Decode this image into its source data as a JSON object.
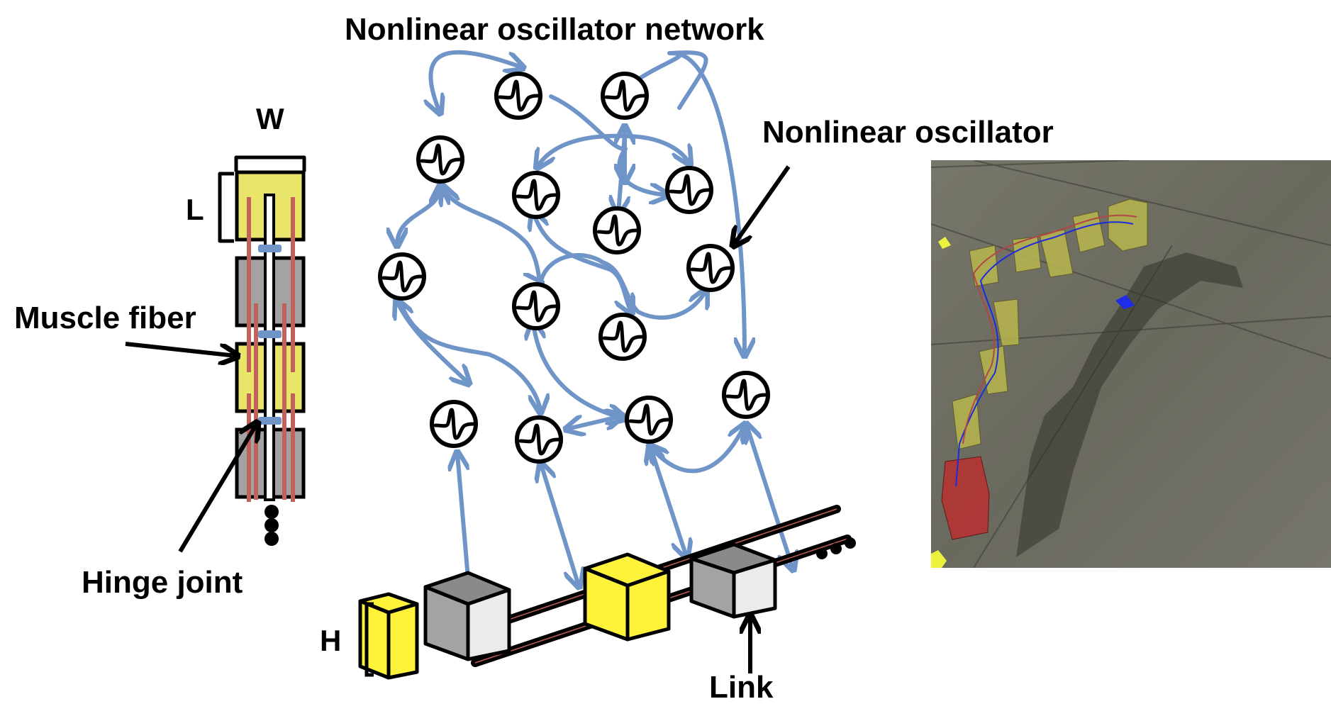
{
  "figure": {
    "labels": {
      "network_title": "Nonlinear oscillator network",
      "oscillator": "Nonlinear oscillator",
      "width": "W",
      "length": "L",
      "muscle_fiber": "Muscle fiber",
      "hinge_joint": "Hinge joint",
      "height": "H",
      "link": "Link"
    },
    "colors": {
      "connection": "#6f94c8",
      "yellow_link": "#fff23a",
      "yellow_link_left": "#e9e56b",
      "gray_link": "#a3a3a3",
      "gray_link_light": "#ebebeb",
      "muscle_fiber": "#c0625a",
      "hinge": "#6f94c8",
      "floor": "#6e6c60"
    },
    "oscillator_network": {
      "node_count": 14,
      "nodes": [
        {
          "id": "n1"
        },
        {
          "id": "n2"
        },
        {
          "id": "n3"
        },
        {
          "id": "n4"
        },
        {
          "id": "n5"
        },
        {
          "id": "n6"
        },
        {
          "id": "n7"
        },
        {
          "id": "n8"
        },
        {
          "id": "n9"
        },
        {
          "id": "n10"
        },
        {
          "id": "n11"
        },
        {
          "id": "n12"
        },
        {
          "id": "n13"
        },
        {
          "id": "n14"
        }
      ],
      "connections": [
        [
          "n3",
          "n1"
        ],
        [
          "n1",
          "n3"
        ],
        [
          "n2",
          "n10"
        ],
        [
          "n4",
          "n1"
        ],
        [
          "n2",
          "n4"
        ],
        [
          "n2",
          "n5"
        ],
        [
          "n2",
          "n6"
        ],
        [
          "n2",
          "n4"
        ],
        [
          "n3",
          "n7"
        ],
        [
          "n3",
          "n8"
        ],
        [
          "n7",
          "n11"
        ],
        [
          "n7",
          "n12"
        ],
        [
          "n8",
          "n12"
        ],
        [
          "n4",
          "n9"
        ],
        [
          "n9",
          "n10"
        ],
        [
          "n8",
          "n13"
        ],
        [
          "n13",
          "n14"
        ],
        [
          "n10",
          "n14"
        ]
      ]
    },
    "left_chain": {
      "segments": [
        "yellow",
        "gray",
        "yellow",
        "gray"
      ],
      "continues": true
    },
    "link_chain": {
      "segments": [
        "yellow",
        "gray",
        "yellow",
        "gray"
      ],
      "continues": true
    },
    "simulation": {
      "description": "3D simulation of snake-like robot on textured floor",
      "segments": 9
    }
  }
}
